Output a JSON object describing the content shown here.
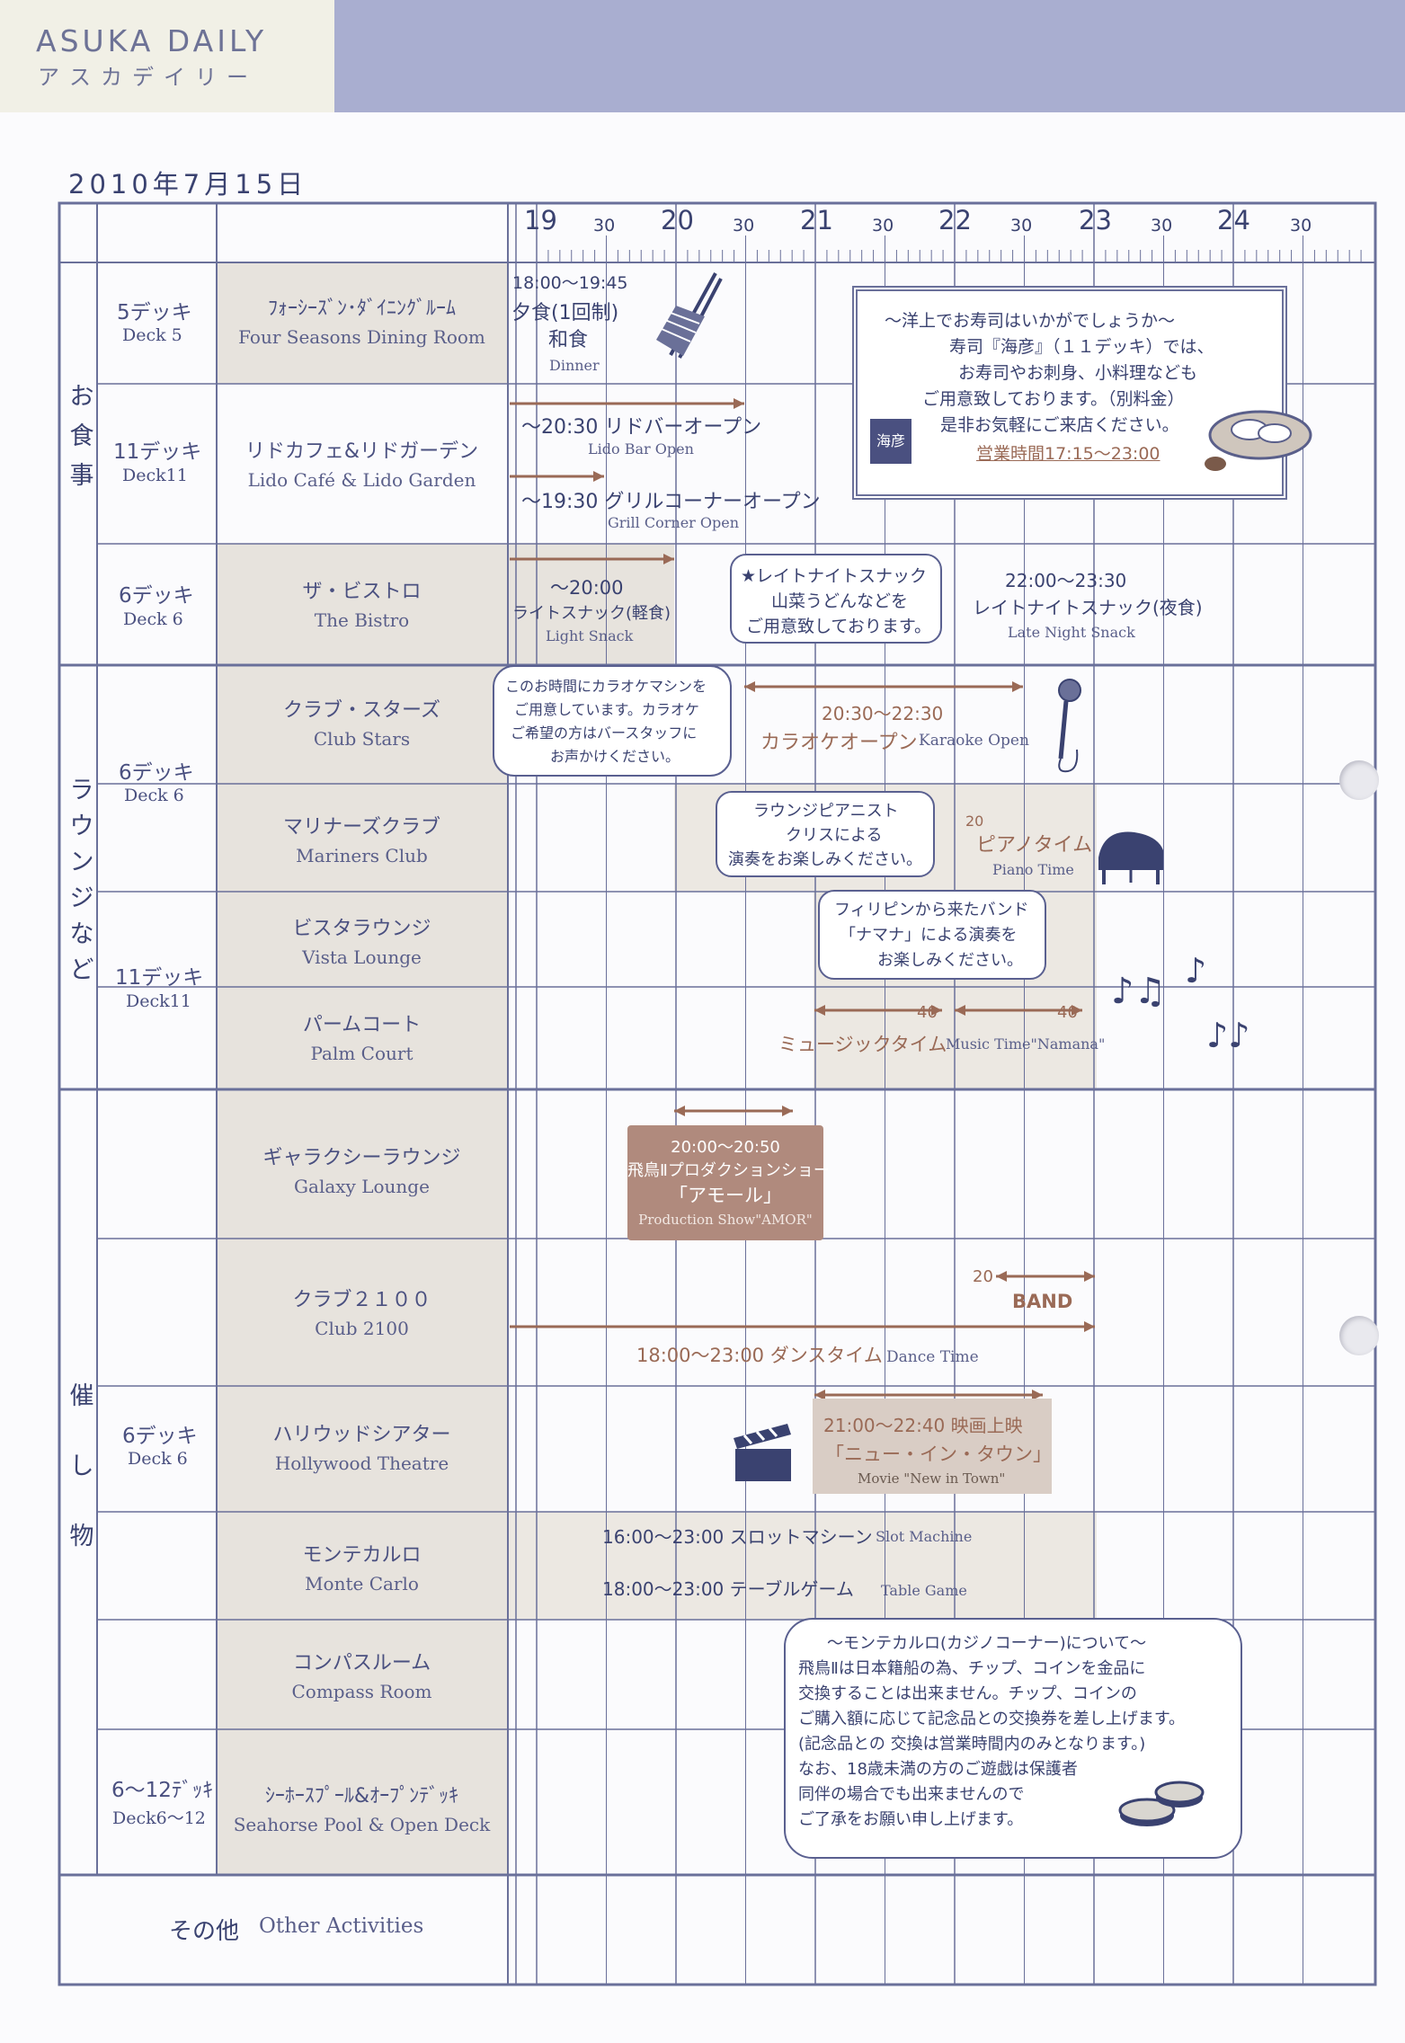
{
  "header": {
    "brand_en": "ASUKA DAILY",
    "brand_jp": "アスカデイリー",
    "date": "2010年7月15日"
  },
  "timeline": {
    "hours": [
      "19",
      "20",
      "21",
      "22",
      "23",
      "24"
    ],
    "half": "30"
  },
  "categories": {
    "dining": [
      "お",
      "食",
      "事"
    ],
    "lounge": [
      "ラ",
      "ウ",
      "ン",
      "ジ",
      "な",
      "ど"
    ],
    "events": [
      "催",
      "し",
      "物"
    ]
  },
  "decks": {
    "d5": {
      "jp": "5デッキ",
      "en": "Deck 5"
    },
    "d11a": {
      "jp": "11デッキ",
      "en": "Deck11"
    },
    "d6a": {
      "jp": "6デッキ",
      "en": "Deck 6"
    },
    "d6b": {
      "jp": "6デッキ",
      "en": "Deck 6"
    },
    "d11b": {
      "jp": "11デッキ",
      "en": "Deck11"
    },
    "d6c": {
      "jp": "6デッキ",
      "en": "Deck 6"
    },
    "d612": {
      "jp": "6〜12ﾃﾞｯｷ",
      "en": "Deck6〜12"
    }
  },
  "venues": [
    {
      "jp": "ﾌｫｰｼｰｽﾞﾝ･ﾀﾞｲﾆﾝｸﾞﾙｰﾑ",
      "en": "Four Seasons Dining Room"
    },
    {
      "jp": "リドカフェ&リドガーデン",
      "en": "Lido Café & Lido Garden"
    },
    {
      "jp": "ザ・ビストロ",
      "en": "The Bistro"
    },
    {
      "jp": "クラブ・スターズ",
      "en": "Club Stars"
    },
    {
      "jp": "マリナーズクラブ",
      "en": "Mariners Club"
    },
    {
      "jp": "ビスタラウンジ",
      "en": "Vista Lounge"
    },
    {
      "jp": "パームコート",
      "en": "Palm Court"
    },
    {
      "jp": "ギャラクシーラウンジ",
      "en": "Galaxy Lounge"
    },
    {
      "jp": "クラブ２１００",
      "en": "Club 2100"
    },
    {
      "jp": "ハリウッドシアター",
      "en": "Hollywood Theatre"
    },
    {
      "jp": "モンテカルロ",
      "en": "Monte Carlo"
    },
    {
      "jp": "コンパスルーム",
      "en": "Compass Room"
    },
    {
      "jp": "ｼｰﾎｰｽﾌﾟｰﾙ&ｵｰﾌﾟﾝﾃﾞｯｷ",
      "en": "Seahorse Pool & Open Deck"
    }
  ],
  "other": {
    "jp": "その他",
    "en": "Other Activities"
  },
  "events": {
    "dinner_time": "18:00〜19:45",
    "dinner_label": "夕食(1回制)",
    "dinner_washoku": "和食",
    "dinner_en": "Dinner",
    "lido_bar": "〜20:30 リドバーオープン",
    "lido_bar_en": "Lido Bar Open",
    "grill": "〜19:30 グリルコーナーオープン",
    "grill_en": "Grill Corner Open",
    "bistro_time": "〜20:00",
    "bistro_label": "ライトスナック(軽食)",
    "bistro_en": "Light Snack",
    "late_snack_time": "22:00〜23:30",
    "late_snack_label": "レイトナイトスナック(夜食)",
    "late_snack_en": "Late Night Snack",
    "karaoke_time": "20:30〜22:30",
    "karaoke_label": "カラオケオープン",
    "karaoke_en": "Karaoke Open",
    "piano_num": "20",
    "piano_label": "ピアノタイム",
    "piano_en": "Piano Time",
    "music_num1": "40",
    "music_num2": "40",
    "music_label": "ミュージックタイム",
    "music_en": "Music Time\"Namana\"",
    "show_time": "20:00〜20:50",
    "show_title": "飛鳥Ⅱプロダクションショー",
    "show_name": "「アモール」",
    "show_en": "Production Show\"AMOR\"",
    "band_num": "20",
    "band_label": "BAND",
    "dance": "18:00〜23:00 ダンスタイム",
    "dance_en": "Dance Time",
    "movie_time": "21:00〜22:40 映画上映",
    "movie_title": "「ニュー・イン・タウン」",
    "movie_en": "Movie \"New in Town\"",
    "slot": "16:00〜23:00 スロットマシーン",
    "slot_en": "Slot Machine",
    "table": "18:00〜23:00 テーブルゲーム",
    "table_en": "Table Game"
  },
  "bubbles": {
    "late_night": [
      "★レイトナイトスナック",
      "山菜うどんなどを",
      "ご用意致しております。"
    ],
    "karaoke": [
      "このお時間にカラオケマシンを",
      "ご用意しています。カラオケ",
      "ご希望の方はバースタッフに",
      "お声かけください。"
    ],
    "pianist": [
      "ラウンジピアニスト",
      "クリスによる",
      "演奏をお楽しみください。"
    ],
    "band": [
      "フィリピンから来たバンド",
      "「ナマナ」による演奏を",
      "お楽しみください。"
    ]
  },
  "sushi": {
    "lines": [
      "〜洋上でお寿司はいかがでしょうか〜",
      "寿司『海彦』（１１デッキ）では、",
      "お寿司やお刺身、小料理なども",
      "ご用意致しております。（別料金）",
      "是非お気軽にご来店ください。"
    ],
    "hours": "営業時間17:15〜23:00",
    "logo": "海彦"
  },
  "casino_note": {
    "lines": [
      "〜モンテカルロ(カジノコーナー)について〜",
      "飛鳥Ⅱは日本籍船の為、チップ、コインを金品に",
      "交換することは出来ません。チップ、コインの",
      "ご購入額に応じて記念品との交換券を差し上げます。",
      "(記念品との 交換は営業時間内のみとなります。)",
      "なお、18歳未満の方のご遊戯は保護者",
      "同伴の場合でも出来ませんので",
      "ご了承をお願い申し上げます。"
    ]
  },
  "colors": {
    "ink": "#3a4270",
    "grid": "#6a709a",
    "shade": "#e6e2dc",
    "brown": "#9a6a56",
    "show": "#b08a7d"
  }
}
